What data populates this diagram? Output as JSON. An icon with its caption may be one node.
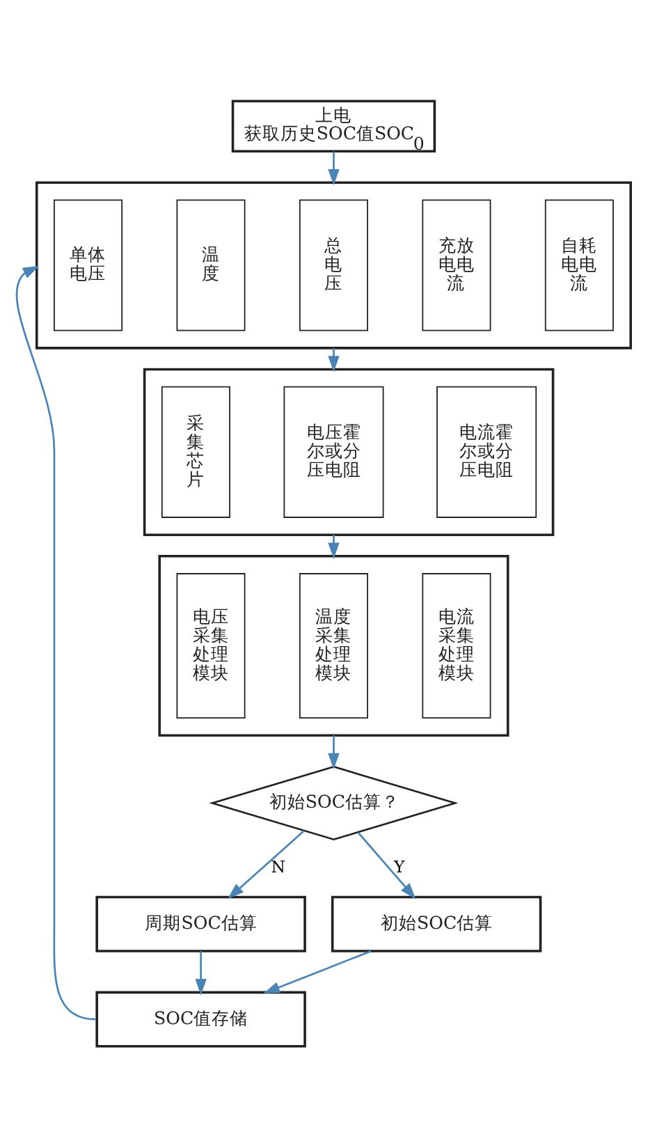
{
  "diagram": {
    "nodes": [
      {
        "text": [
          "上电",
          "获取历史SOC值SOC$_{0}$"
        ]
      },
      {
        "text": [],
        "shape": "box"
      },
      {
        "text": [
          "单体电压"
        ],
        "in": 1
      },
      {
        "text": [
          "温度"
        ],
        "in": 1
      },
      {
        "text": [
          "总电压"
        ],
        "in": 1
      },
      {
        "text": [
          "充放电电流"
        ],
        "in": 1
      },
      {
        "text": [
          "自耗电电流"
        ],
        "in": 1
      },
      {
        "text": [],
        "shape": "box"
      },
      {
        "text": [
          "采集芯片"
        ],
        "in": 7
      },
      {
        "text": [
          "电压霍尔或分压电阻"
        ],
        "in": 7
      },
      {
        "text": [
          "电流霍尔或分压电阻"
        ],
        "in": 7
      },
      {
        "text": [],
        "shape": "box"
      },
      {
        "text": [
          "电压采集处理模块"
        ],
        "in": 11
      },
      {
        "text": [
          "温度采集处理模块"
        ],
        "in": 11
      },
      {
        "text": [
          "电流采集处理模块"
        ],
        "in": 11
      },
      {
        "text": [
          "初始SOC估算？"
        ]
      },
      {
        "text": [
          "周期SOC估算"
        ]
      },
      {
        "text": [
          "初始SOC估算"
        ]
      },
      {
        "text": [
          "SOC值存储"
        ]
      }
    ],
    "edges": [
      {
        "from": 0,
        "to": 1,
        "arrow": "to"
      },
      {
        "from": 1,
        "to": 7,
        "arrow": "to"
      },
      {
        "from": 7,
        "to": 11,
        "arrow": "to"
      },
      {
        "from": 11,
        "to": 15,
        "arrow": "to"
      },
      {
        "from": 15,
        "to": 16,
        "arrow": "to",
        "label": "N"
      },
      {
        "from": 15,
        "to": 17,
        "arrow": "to",
        "label": "Y"
      },
      {
        "from": 16,
        "to": 18,
        "arrow": "to"
      },
      {
        "from": 17,
        "to": 18,
        "arrow": "to"
      },
      {
        "from": 18,
        "to": 1,
        "arrow": "to"
      }
    ]
  }
}
